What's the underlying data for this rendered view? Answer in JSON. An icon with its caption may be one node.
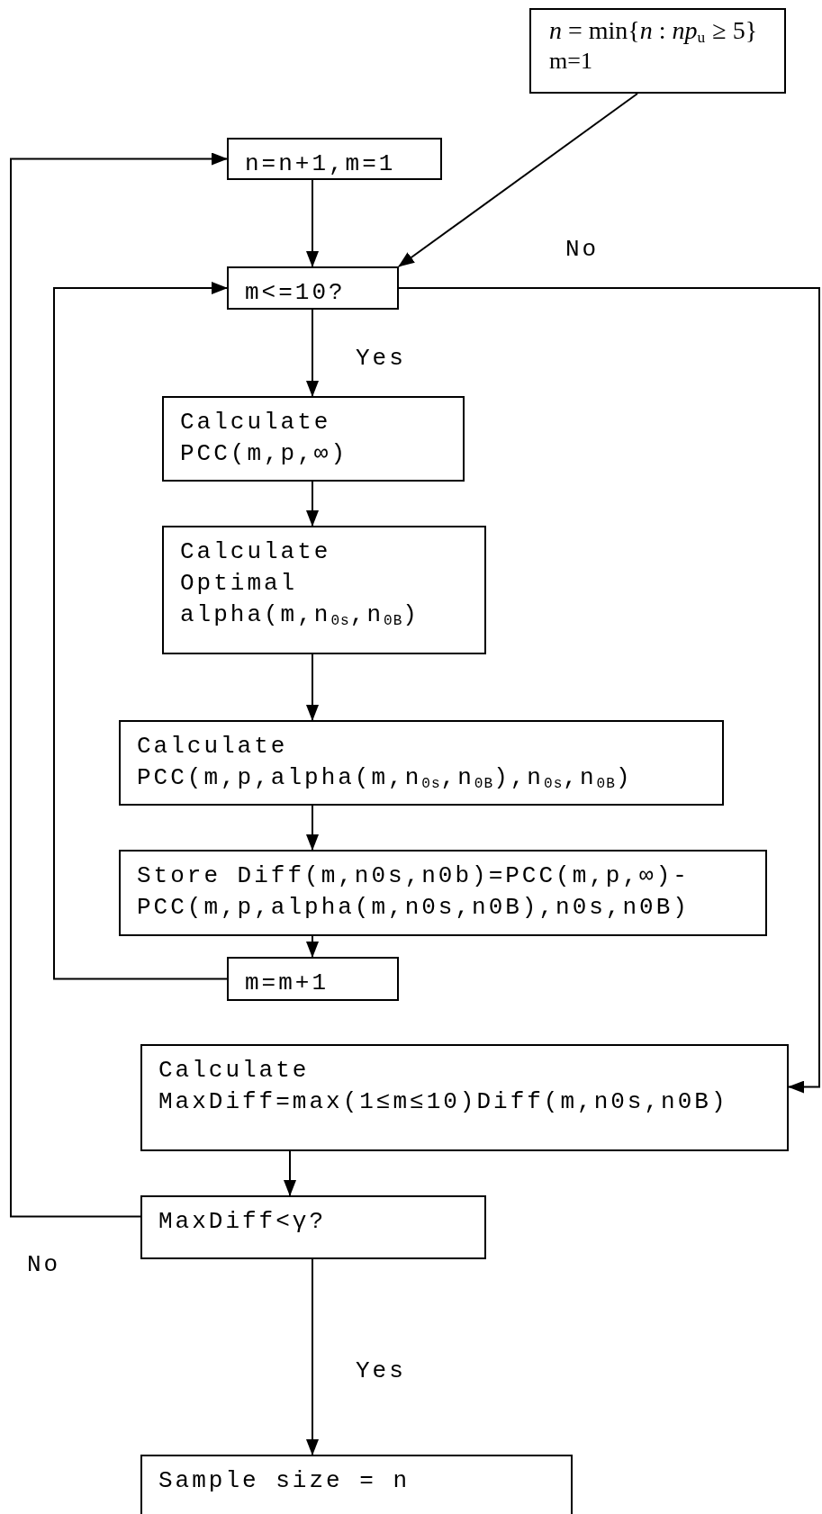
{
  "diagram": {
    "nodes": [
      {
        "text": [
          "*n* = min{*n* : *np*$_{u}$ ≥ 5}",
          "m=1"
        ]
      },
      {
        "text": [
          "n=n+1,m=1"
        ]
      },
      {
        "text": [
          "m<=10?"
        ]
      },
      {
        "text": [
          "Calculate PCC(m,p,∞)"
        ]
      },
      {
        "text": [
          "Calculate Optimal alpha(m,n$_{0s}$,n$_{0B}$)"
        ]
      },
      {
        "text": [
          "Calculate PCC(m,p,alpha(m,n$_{0s}$,n$_{0B}$),n$_{0s}$,n$_{0B}$)"
        ]
      },
      {
        "text": [
          "Store Diff(m,n0s,n0b)=PCC(m,p,∞)- PCC(m,p,alpha(m,n0s,n0B),n0s,n0B)"
        ]
      },
      {
        "text": [
          "m=m+1"
        ]
      },
      {
        "text": [
          "Calculate MaxDiff=max(1≤m≤10)Diff(m,n0s,n0B)"
        ]
      },
      {
        "text": [
          "MaxDiff<γ?"
        ]
      },
      {
        "text": [
          "Sample size = n"
        ]
      }
    ],
    "edges": [
      {
        "from": 0,
        "to": 2,
        "arrow": "to"
      },
      {
        "from": 1,
        "to": 2,
        "arrow": "to"
      },
      {
        "from": 2,
        "to": 3,
        "arrow": "to",
        "label": "Yes"
      },
      {
        "from": 3,
        "to": 4,
        "arrow": "to"
      },
      {
        "from": 4,
        "to": 5,
        "arrow": "to"
      },
      {
        "from": 5,
        "to": 6,
        "arrow": "to"
      },
      {
        "from": 6,
        "to": 7,
        "arrow": "to"
      },
      {
        "from": 7,
        "to": 2,
        "arrow": "to"
      },
      {
        "from": 2,
        "to": 8,
        "arrow": "to",
        "label": "No"
      },
      {
        "from": 8,
        "to": 9,
        "arrow": "to"
      },
      {
        "from": 9,
        "to": 1,
        "arrow": "to",
        "label": "No"
      },
      {
        "from": 9,
        "to": 10,
        "arrow": "to",
        "label": "Yes"
      }
    ]
  }
}
